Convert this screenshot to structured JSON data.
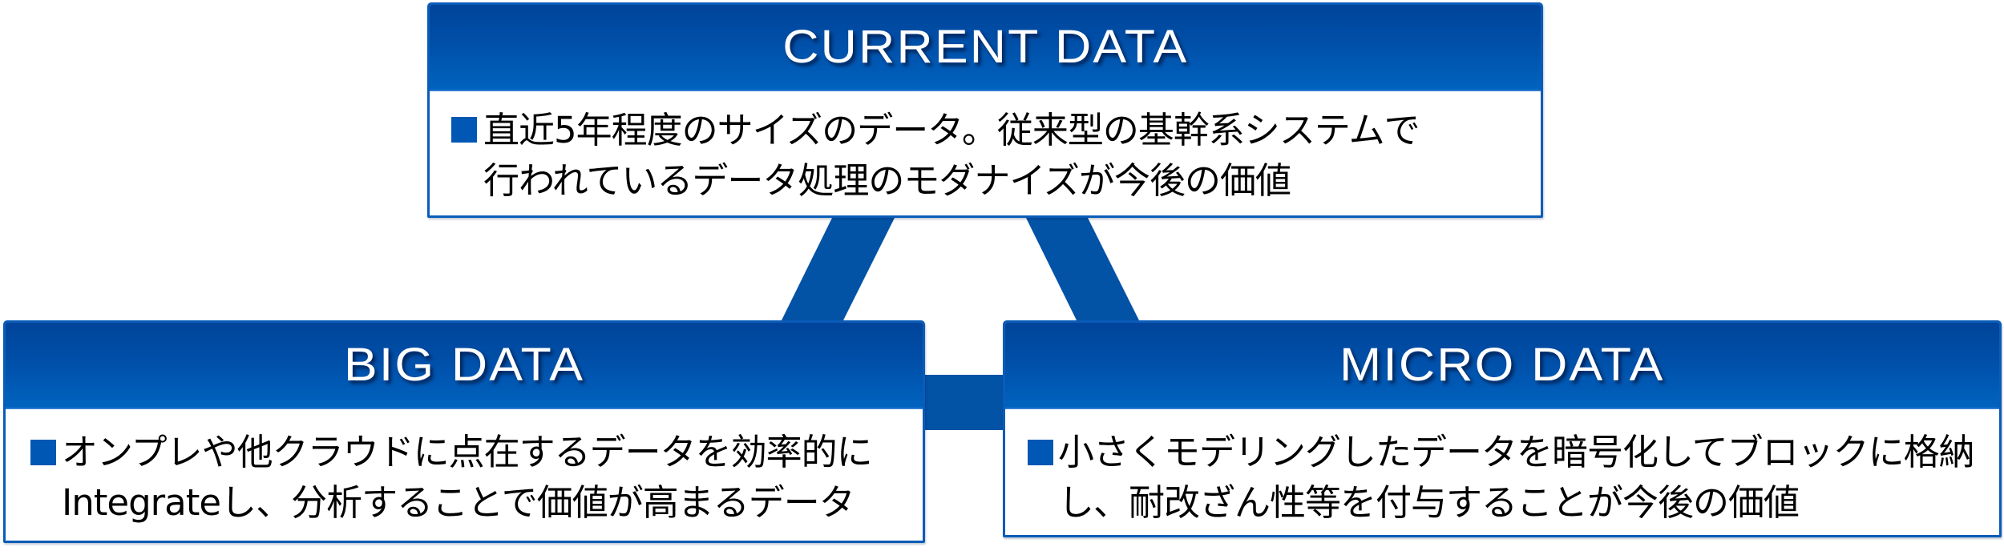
{
  "colors": {
    "header_top": "#00449a",
    "header_bottom": "#0063bf",
    "border": "#0a5cb8",
    "connector": "#0252a6",
    "bullet": "#0057b4",
    "body_text": "#000000",
    "header_text": "#ffffff"
  },
  "bullet_glyph": "■",
  "boxes": {
    "current": {
      "title": "CURRENT DATA",
      "lines": [
        "直近5年程度のサイズのデータ。従来型の基幹系システムで",
        "行われているデータ処理のモダナイズが今後の価値"
      ]
    },
    "big": {
      "title": "BIG DATA",
      "lines": [
        "オンプレや他クラウドに点在するデータを効率的に",
        "Integrateし、分析することで価値が高まるデータ"
      ]
    },
    "micro": {
      "title": "MICRO DATA",
      "lines": [
        "小さくモデリングしたデータを暗号化してブロックに格納",
        "し、耐改ざん性等を付与することが今後の価値"
      ]
    }
  },
  "connectors": [
    {
      "from": "current",
      "to": "big"
    },
    {
      "from": "current",
      "to": "micro"
    },
    {
      "from": "big",
      "to": "micro"
    }
  ]
}
